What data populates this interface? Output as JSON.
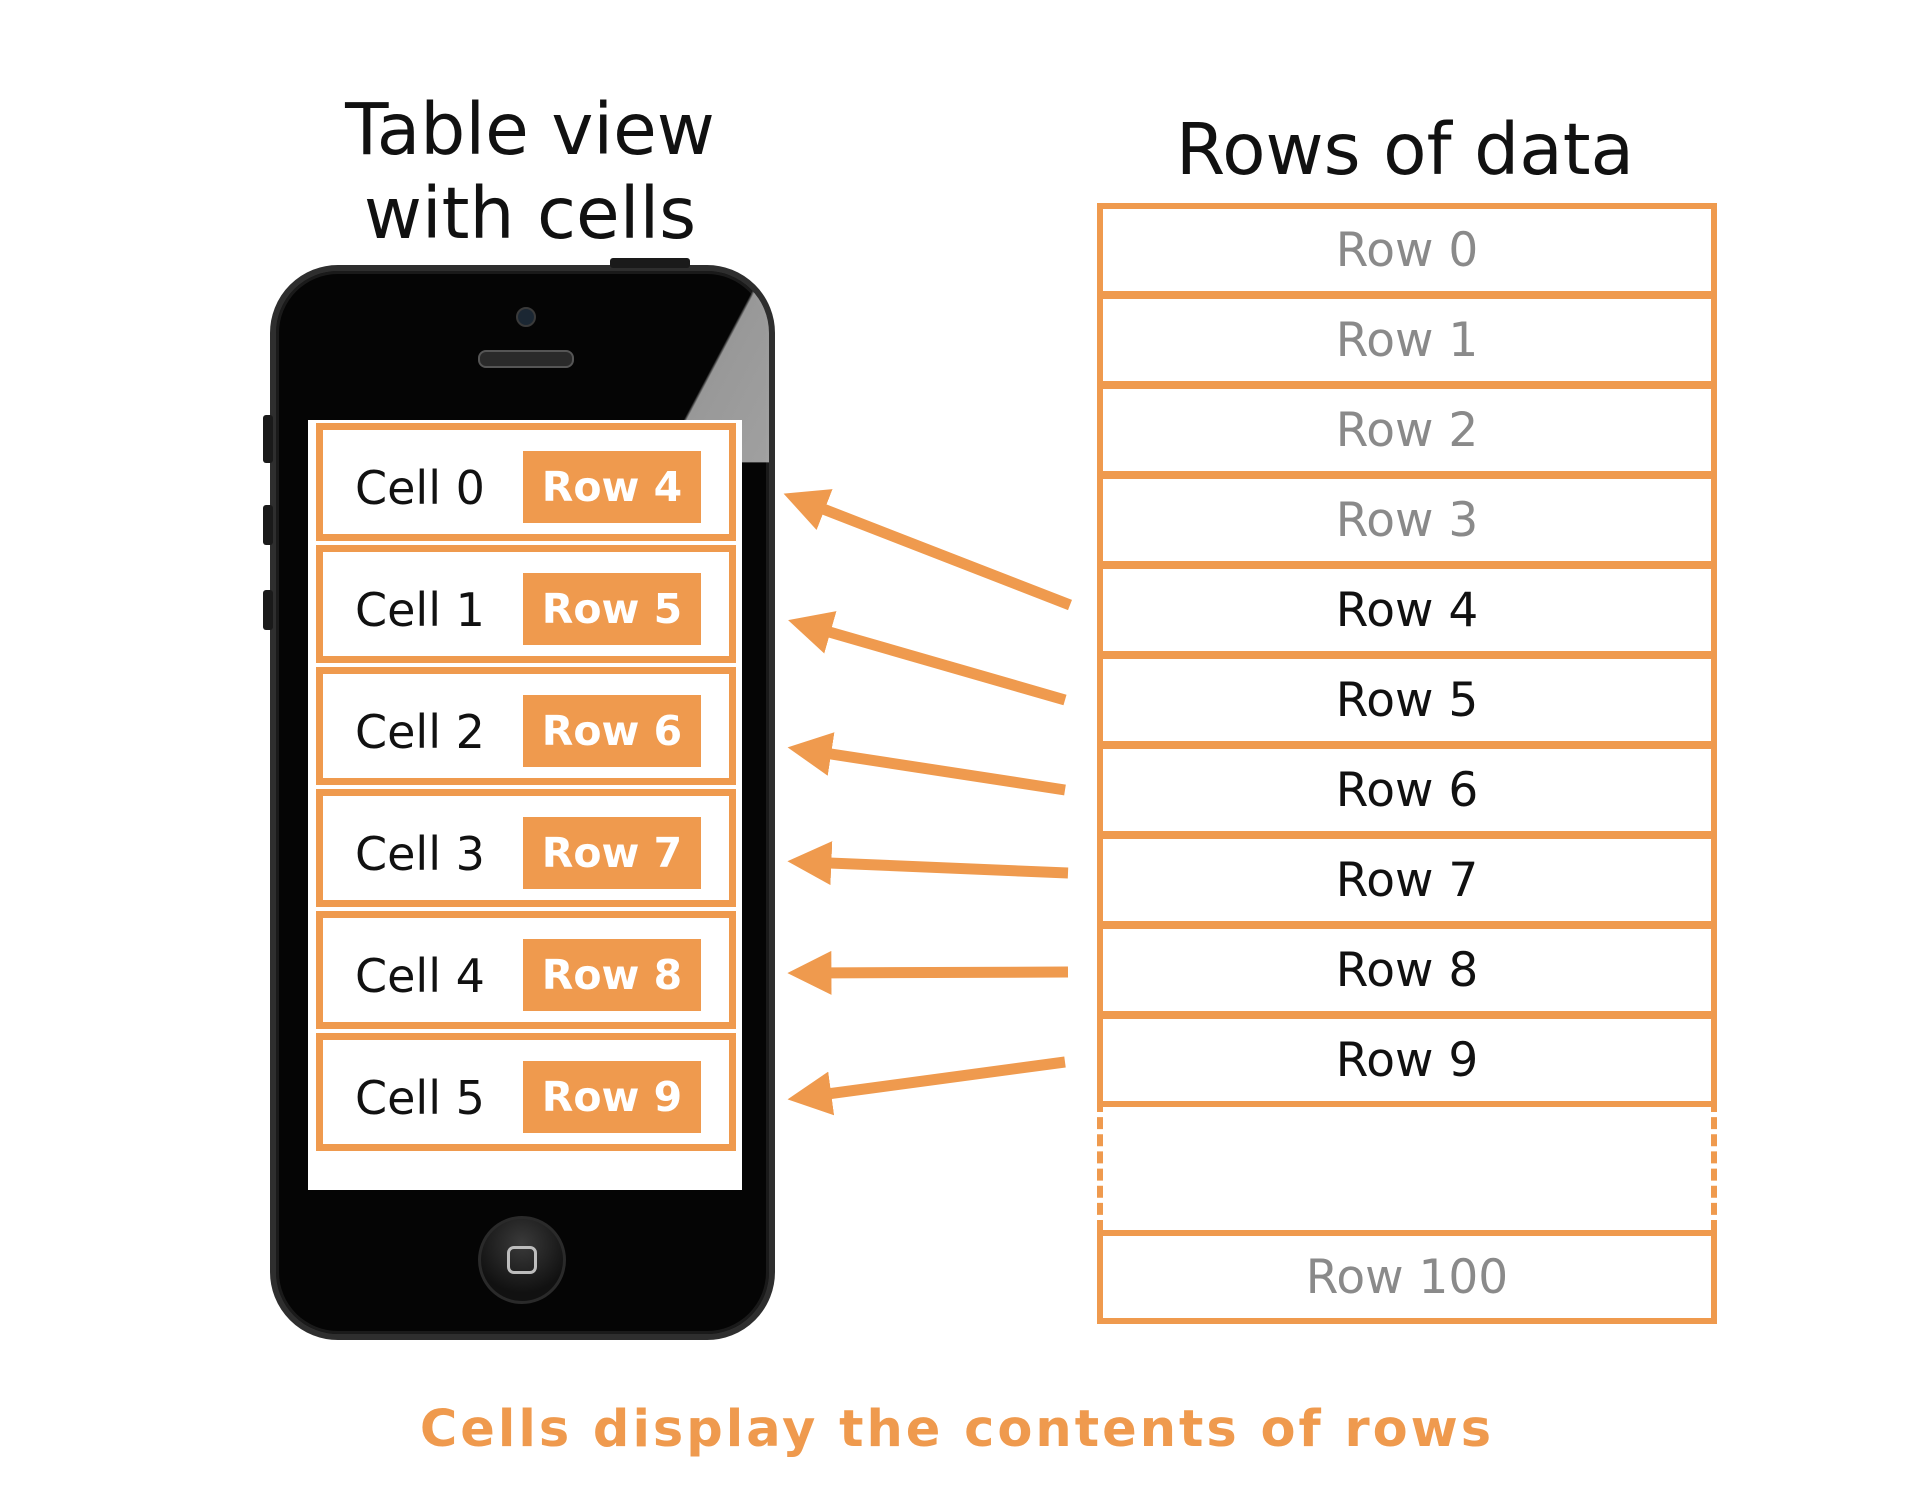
{
  "titles": {
    "left_line1": "Table view",
    "left_line2": "with cells",
    "right": "Rows of data"
  },
  "cells": [
    {
      "label": "Cell 0",
      "row": "Row 4"
    },
    {
      "label": "Cell 1",
      "row": "Row 5"
    },
    {
      "label": "Cell 2",
      "row": "Row 6"
    },
    {
      "label": "Cell 3",
      "row": "Row 7"
    },
    {
      "label": "Cell 4",
      "row": "Row 8"
    },
    {
      "label": "Cell 5",
      "row": "Row 9"
    }
  ],
  "rows": [
    "Row 0",
    "Row 1",
    "Row 2",
    "Row 3",
    "Row 4",
    "Row 5",
    "Row 6",
    "Row 7",
    "Row 8",
    "Row 9"
  ],
  "last_row": "Row 100",
  "caption": "Cells display the contents of rows",
  "colors": {
    "accent": "#EF9A4E",
    "faint_text": "#8a8a8a",
    "dark_text": "#111111"
  }
}
